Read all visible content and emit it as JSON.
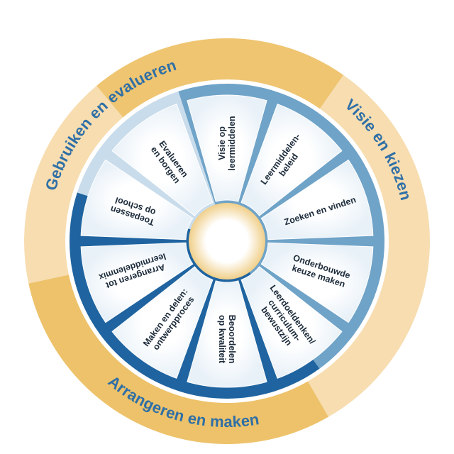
{
  "colors": {
    "ring_gold": "#edc26a",
    "ring_light": "#f7ddb0",
    "label_blue": "#2f6fa6",
    "disc_light": "#c9dceb",
    "disc_mid": "#6fa3c8",
    "disc_dark": "#1f64a0",
    "segment_fill": "#ffffff",
    "hub_gold": "#f0cf8a"
  },
  "ring_labels": [
    {
      "id": "gebruiken",
      "text": "Gebruiken en evalueren"
    },
    {
      "id": "visie",
      "text": "Visie en kiezen"
    },
    {
      "id": "arrangeren",
      "text": "Arrangeren en maken"
    }
  ],
  "segments": [
    {
      "id": "visie-op-leermiddelen",
      "lines": [
        "Visie op",
        "leermiddelen"
      ],
      "phase": "visie"
    },
    {
      "id": "leermiddelenbeleid",
      "lines": [
        "Leermiddelen-",
        "beleid"
      ],
      "phase": "visie"
    },
    {
      "id": "zoeken-en-vinden",
      "lines": [
        "Zoeken en vinden"
      ],
      "phase": "visie"
    },
    {
      "id": "onderbouwde-keuze-maken",
      "lines": [
        "Onderbouwde",
        "keuze maken"
      ],
      "phase": "visie"
    },
    {
      "id": "leerdoeldenken",
      "lines": [
        "Leerdoeldenken/",
        "curriculum-",
        "bewustzijn"
      ],
      "phase": "arrangeren"
    },
    {
      "id": "beoordelen-op-kwaliteit",
      "lines": [
        "Beoordelen",
        "op kwaliteit"
      ],
      "phase": "arrangeren"
    },
    {
      "id": "maken-en-delen",
      "lines": [
        "Maken en delen:",
        "ontwerpproces"
      ],
      "phase": "arrangeren"
    },
    {
      "id": "arrangeren-tot-leermiddelenmix",
      "lines": [
        "Arrangeren tot",
        "leermiddelenmix"
      ],
      "phase": "arrangeren"
    },
    {
      "id": "toepassen-op-school",
      "lines": [
        "Toepassen",
        "op school"
      ],
      "phase": "gebruiken"
    },
    {
      "id": "evalueren-en-borgen",
      "lines": [
        "Evalueren",
        "en borgen"
      ],
      "phase": "gebruiken"
    }
  ]
}
